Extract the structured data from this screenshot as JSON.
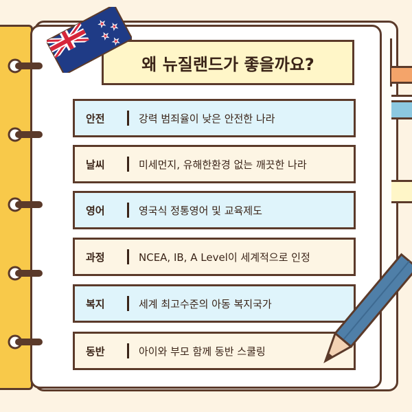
{
  "title": "왜 뉴질랜드가 좋을까요?",
  "rows": [
    {
      "category": "안전",
      "text": "강력 범죄율이 낮은 안전한 나라"
    },
    {
      "category": "날씨",
      "text": "미세먼지, 유해한환경 없는 깨끗한 나라"
    },
    {
      "category": "영어",
      "text": "영국식 정통영어 및 교육제도"
    },
    {
      "category": "과정",
      "text": "NCEA, IB, A Level이 세계적으로 인정"
    },
    {
      "category": "복지",
      "text": "세계 최고수준의 아동 복지국가"
    },
    {
      "category": "동반",
      "text": "아이와 부모 함께 동반 스쿨링"
    }
  ],
  "colors": {
    "binder": "#f8c94a",
    "outline": "#5b3a2a",
    "title_bg": "#fff6c8",
    "row_blue": "#dff4fb",
    "row_cream": "#fdf5e4",
    "tab_orange": "#f4a46a",
    "tab_blue": "#8cc8e0",
    "pencil_blue": "#4f7fa8"
  },
  "icons": [
    "new-zealand-flag-icon",
    "pencil-icon",
    "binder-ring-icon"
  ]
}
